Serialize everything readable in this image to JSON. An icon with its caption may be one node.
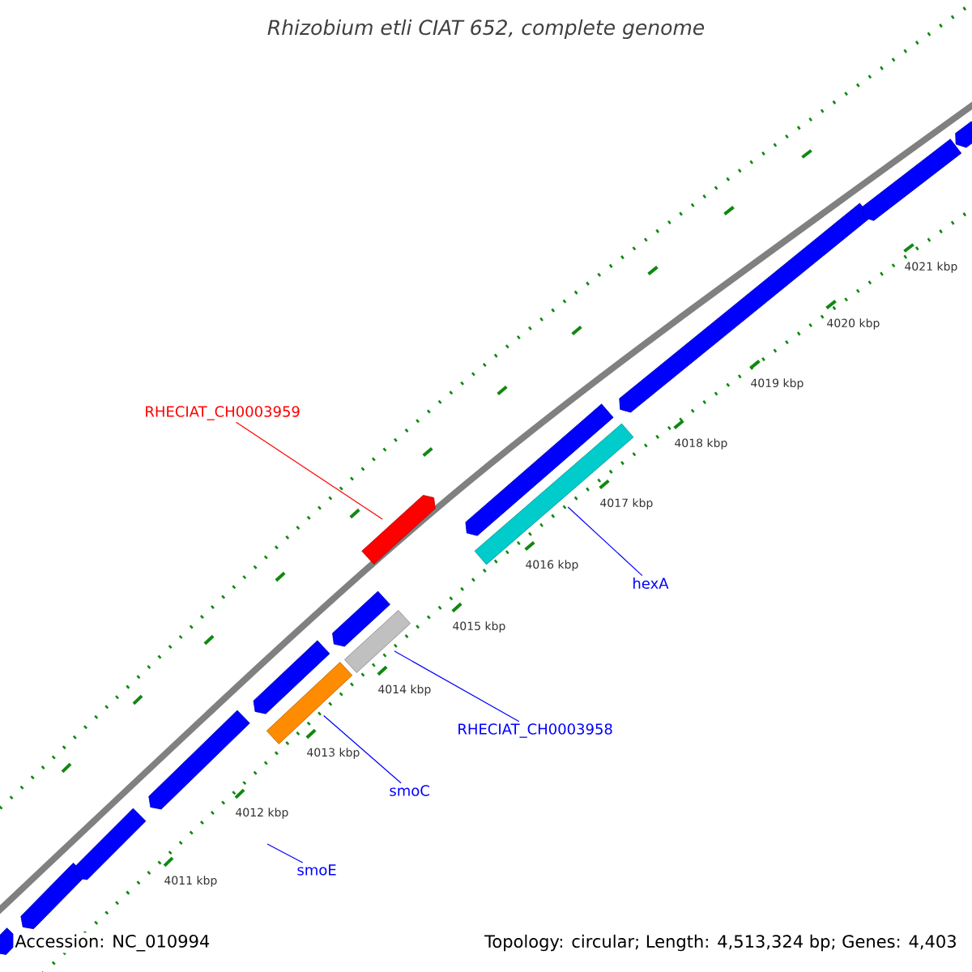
{
  "diagram": {
    "title": "Rhizobium etli CIAT 652, complete genome",
    "nodes": [
      {
        "text": [],
        "shape": "pentagon"
      },
      {
        "text": [],
        "shape": "pentagon"
      },
      {
        "text": [],
        "shape": "pentagon"
      },
      {
        "text": [],
        "shape": "pentagon"
      },
      {
        "text": [],
        "shape": "bar"
      },
      {
        "text": [],
        "shape": "pentagon"
      },
      {
        "text": [],
        "shape": "bar"
      },
      {
        "text": [],
        "shape": "pentagon"
      },
      {
        "text": [],
        "shape": "pentagon"
      },
      {
        "text": [],
        "shape": "pentagon"
      },
      {
        "text": [],
        "shape": "bar"
      },
      {
        "text": [],
        "shape": "pentagon"
      },
      {
        "text": [],
        "shape": "pentagon"
      },
      {
        "text": [],
        "shape": "pentagon"
      },
      {
        "text": [
          "RHECIAT_CH0003959"
        ]
      },
      {
        "text": [
          "hexA"
        ]
      },
      {
        "text": [
          "RHECIAT_CH0003958"
        ]
      },
      {
        "text": [
          "smoC"
        ]
      },
      {
        "text": [
          "smoE"
        ]
      }
    ],
    "edges": [
      {
        "from": 14,
        "to": 8,
        "arrow": "none",
        "color": "#ff0000"
      },
      {
        "from": 15,
        "to": 10,
        "arrow": "none"
      },
      {
        "from": 16,
        "to": 6,
        "arrow": "none"
      },
      {
        "from": 17,
        "to": 4,
        "arrow": "none"
      },
      {
        "from": 18,
        "to": null,
        "arrow": "none"
      }
    ],
    "labels": [
      "4021 kbp",
      "4020 kbp",
      "4019 kbp",
      "4018 kbp",
      "4017 kbp",
      "4016 kbp",
      "4015 kbp",
      "4014 kbp",
      "4013 kbp",
      "4012 kbp",
      "4011 kbp",
      "Accession: NC_010994",
      "Topology: circular; Length: 4,513,324 bp; Genes: 4,403"
    ]
  }
}
